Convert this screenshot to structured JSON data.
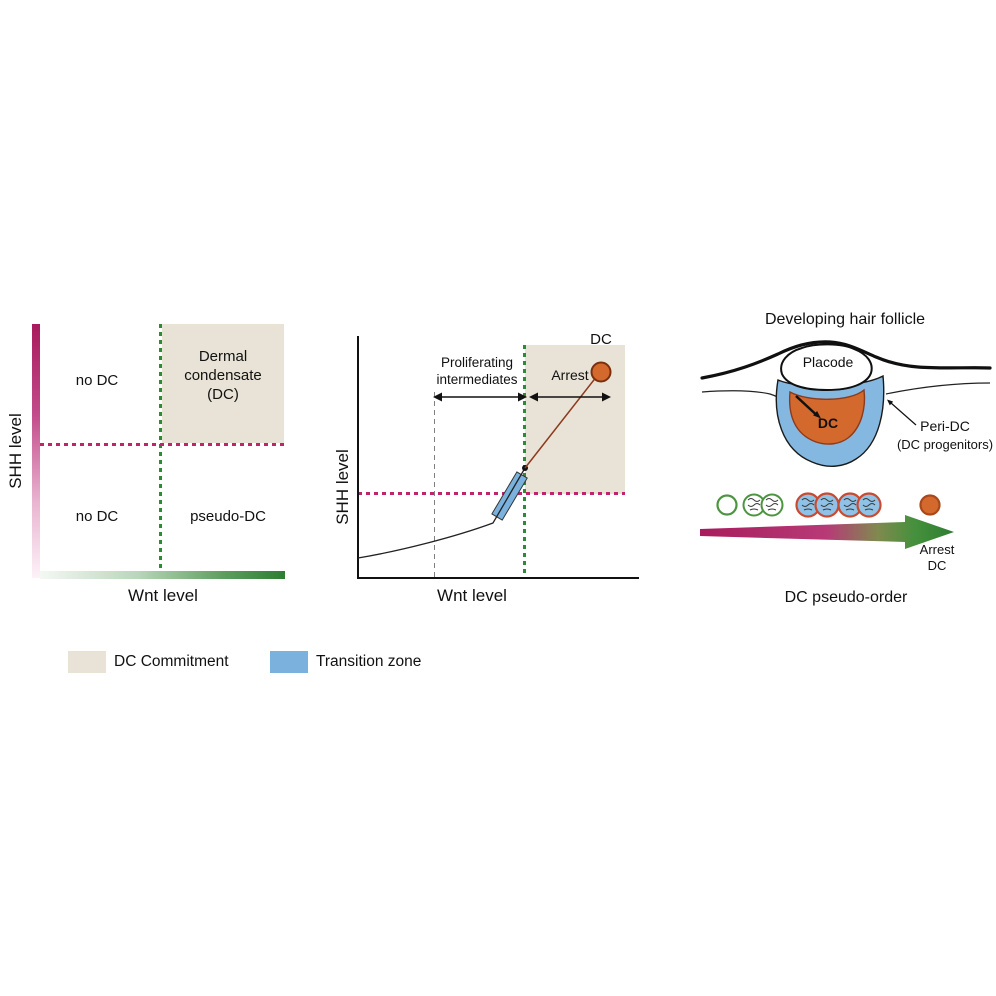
{
  "phase_panel": {
    "y_axis_label": "SHH level",
    "x_axis_label": "Wnt level",
    "quadrant_top_left": "no DC",
    "quadrant_top_right": "Dermal condensate (DC)",
    "quadrant_bottom_left": "no DC",
    "quadrant_bottom_right": "pseudo-DC"
  },
  "trajectory_panel": {
    "y_axis_label": "SHH level",
    "x_axis_label": "Wnt level",
    "proliferating_label": "Proliferating intermediates",
    "arrest_label": "Arrest",
    "dc_label": "DC"
  },
  "follicle_panel": {
    "title": "Developing hair follicle",
    "placode_label": "Placode",
    "dc_label": "DC",
    "peri_dc_label": "Peri-DC",
    "peri_dc_sublabel": "(DC progenitors)",
    "arrow_arrest_label": "Arrest",
    "arrow_dc_label": "DC",
    "caption": "DC pseudo-order"
  },
  "legend": {
    "dc_commitment_label": "DC Commitment",
    "transition_zone_label": "Transition zone"
  },
  "colors": {
    "dc_commitment_fill": "#e8e3d6",
    "transition_zone_fill": "#7ab2dd",
    "shh_magenta": "#b01e60",
    "wnt_green": "#2e7d32",
    "dc_orange": "#d3692c"
  }
}
